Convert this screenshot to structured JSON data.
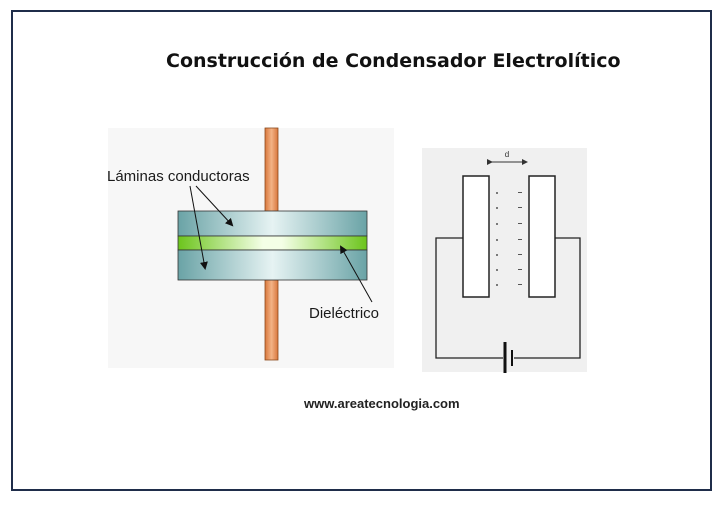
{
  "title": "Construcción de Condensador Electrolítico",
  "labels": {
    "plates": "Láminas conductoras",
    "dielectric": "Dieléctrico",
    "distance": "d"
  },
  "website": "www.areatecnologia.com",
  "colors": {
    "frame_border": "#1f2d4a",
    "plate_fill": "#7fb4b4",
    "dielectric_fill": "#7ed321",
    "lead_fill": "#e8935a"
  }
}
